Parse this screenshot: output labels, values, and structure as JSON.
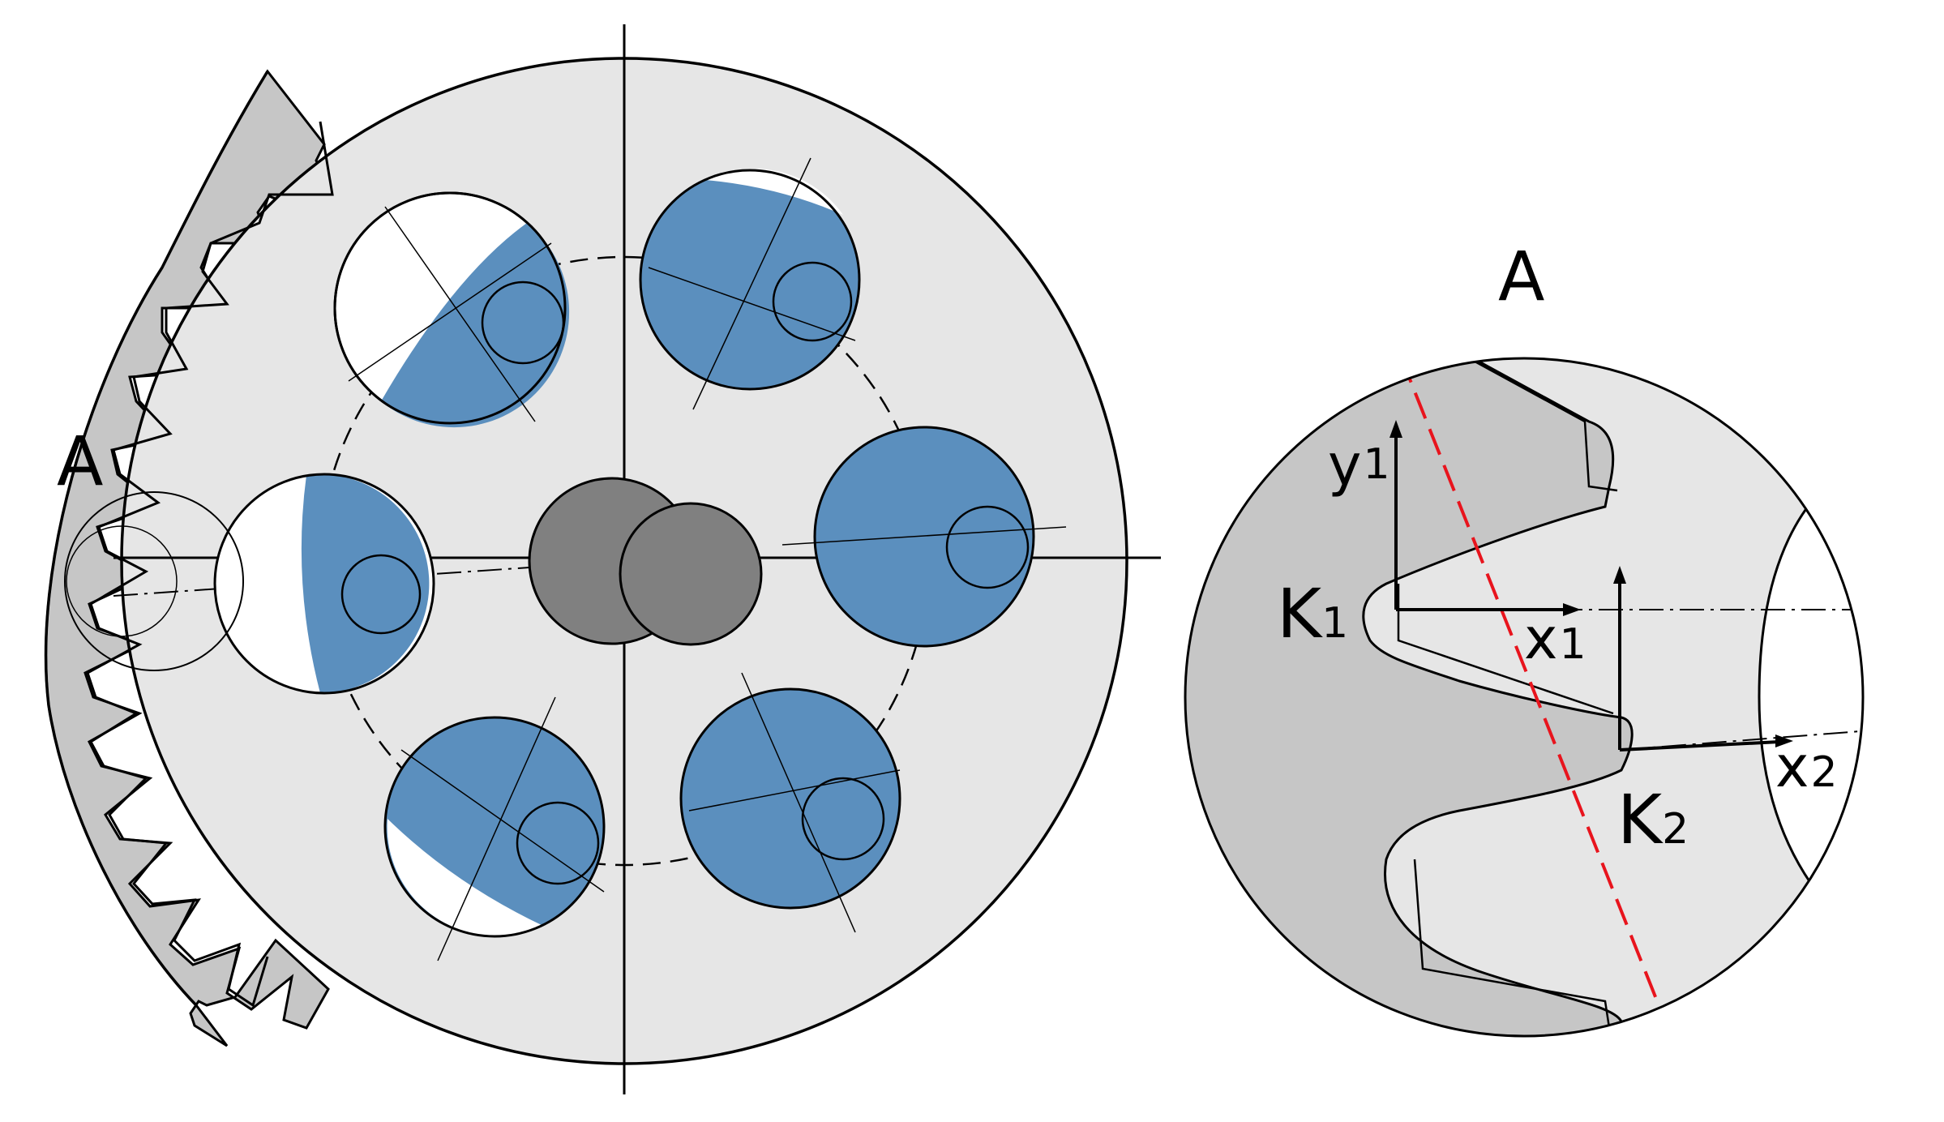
{
  "labels": {
    "detail_marker": "A",
    "detail_title": "A",
    "point_k1_main": "K",
    "point_k1_sub": "1",
    "point_k2_main": "K",
    "point_k2_sub": "2",
    "axis_x1_main": "x",
    "axis_x1_sub": "1",
    "axis_y1_main": "y",
    "axis_y1_sub": "1",
    "axis_x2_main": "x",
    "axis_x2_sub": "2"
  },
  "colors": {
    "disk_fill": "#e6e6e6",
    "gear_fill": "#c6c6c6",
    "ball_fill": "#5b8fbe",
    "hub_fill": "#808080",
    "outline": "#000000",
    "guide_line": "#e8141d"
  }
}
